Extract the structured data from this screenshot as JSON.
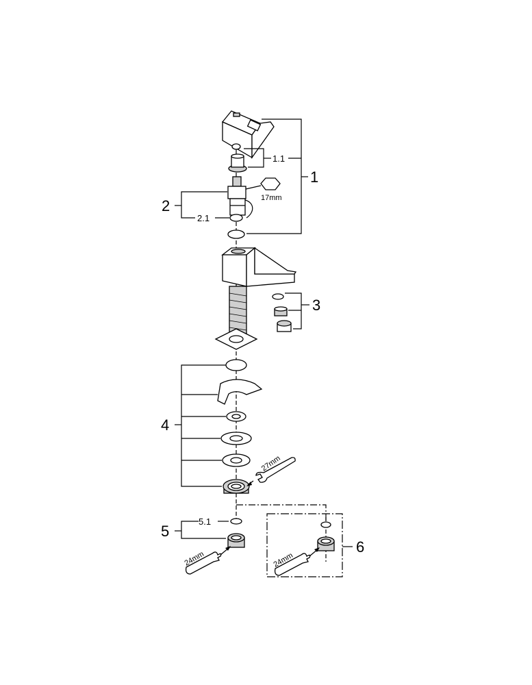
{
  "labels": {
    "part_1": "1",
    "part_1_1": "1.1",
    "part_2": "2",
    "part_2_1": "2.1",
    "part_3": "3",
    "part_4": "4",
    "part_5": "5",
    "part_5_1": "5.1",
    "part_6": "6"
  },
  "tool_sizes": {
    "hex_17": "17mm",
    "wrench_27": "27mm",
    "wrench_24_a": "24mm",
    "wrench_24_b": "24mm"
  },
  "colors": {
    "line": "#000000",
    "background": "#ffffff"
  }
}
